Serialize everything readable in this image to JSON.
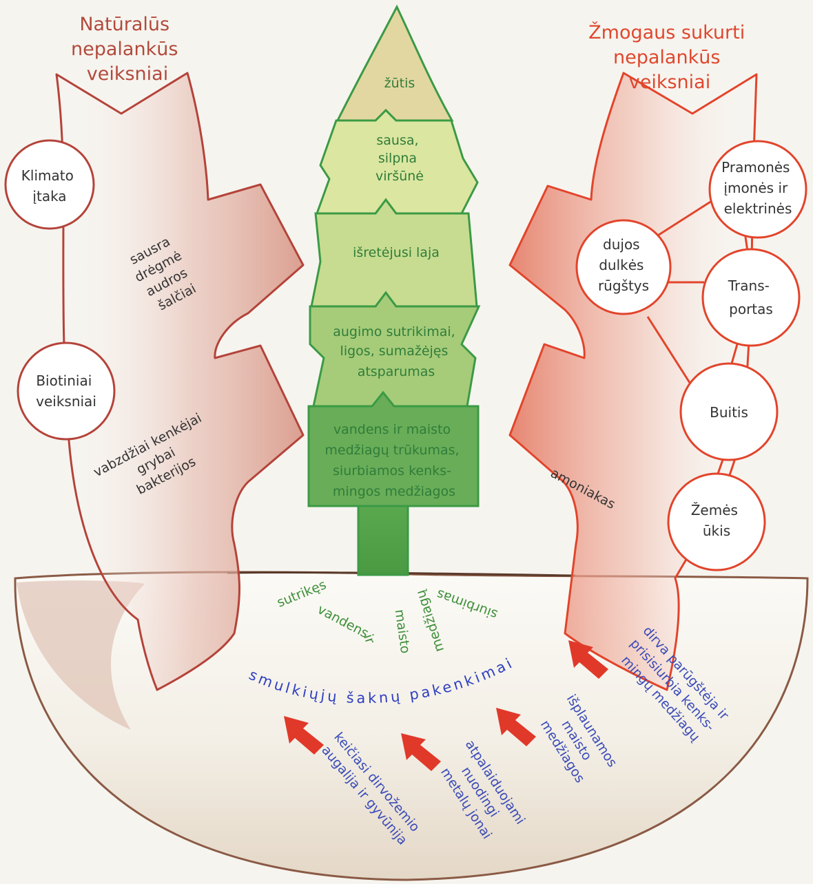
{
  "titles": {
    "left": [
      "Natūralūs",
      "nepalankūs",
      "veiksniai"
    ],
    "right": [
      "Žmogaus sukurti",
      "nepalankūs",
      "veiksniai"
    ]
  },
  "tree_levels": [
    [
      "žūtis"
    ],
    [
      "sausa,",
      "silpna",
      "viršūnė"
    ],
    [
      "išretėjusi laja"
    ],
    [
      "augimo sutrikimai,",
      "ligos, sumažėjęs",
      "atsparumas"
    ],
    [
      "vandens ir maisto",
      "medžiagų trūkumas,",
      "siurbiamos kenks-",
      "mingos medžiagos"
    ]
  ],
  "natural_nodes": [
    [
      "Klimato",
      "įtaka"
    ],
    [
      "Biotiniai",
      "veiksniai"
    ]
  ],
  "natural_factors": [
    [
      "sausra",
      "drėgmė",
      "audros",
      "šalčiai"
    ],
    [
      "vabzdžiai kenkėjai",
      "grybai",
      "bakterijos"
    ]
  ],
  "human_nodes": [
    [
      "Pramonės",
      "įmonės ir",
      "elektrinės"
    ],
    [
      "dujos",
      "dulkės",
      "rūgštys"
    ],
    [
      "Trans-",
      "portas"
    ],
    [
      "Buitis"
    ],
    [
      "Žemės",
      "ūkis"
    ]
  ],
  "human_factor": "amoniakas",
  "root_words": [
    "sutrikęs",
    "vandens",
    "ir",
    "maisto",
    "medžiagų",
    "siurbimas"
  ],
  "root_damage": "smulkiųjų šaknų pakenkimai",
  "soil_effects": [
    [
      "keičiasi dirvožemio",
      "augalija ir gyvūnija"
    ],
    [
      "atpalaiduojami",
      "nuodingi",
      "metalų jonai"
    ],
    [
      "išplaunamos",
      "maisto",
      "medžiagos"
    ],
    [
      "dirva parūgštėja ir",
      "prisisiurbia kenks-",
      "mingų medžiagų"
    ]
  ],
  "colors": {
    "natural_outline": "#b4433a",
    "natural_fill": "#dca89c",
    "human_outline": "#e2442b",
    "human_fill": "#ea9a88",
    "tree_outline": "#3b9a45",
    "arrow_red": "#e0392a",
    "text_blue": "#3a4bb8",
    "text_green": "#3e8f3a"
  }
}
